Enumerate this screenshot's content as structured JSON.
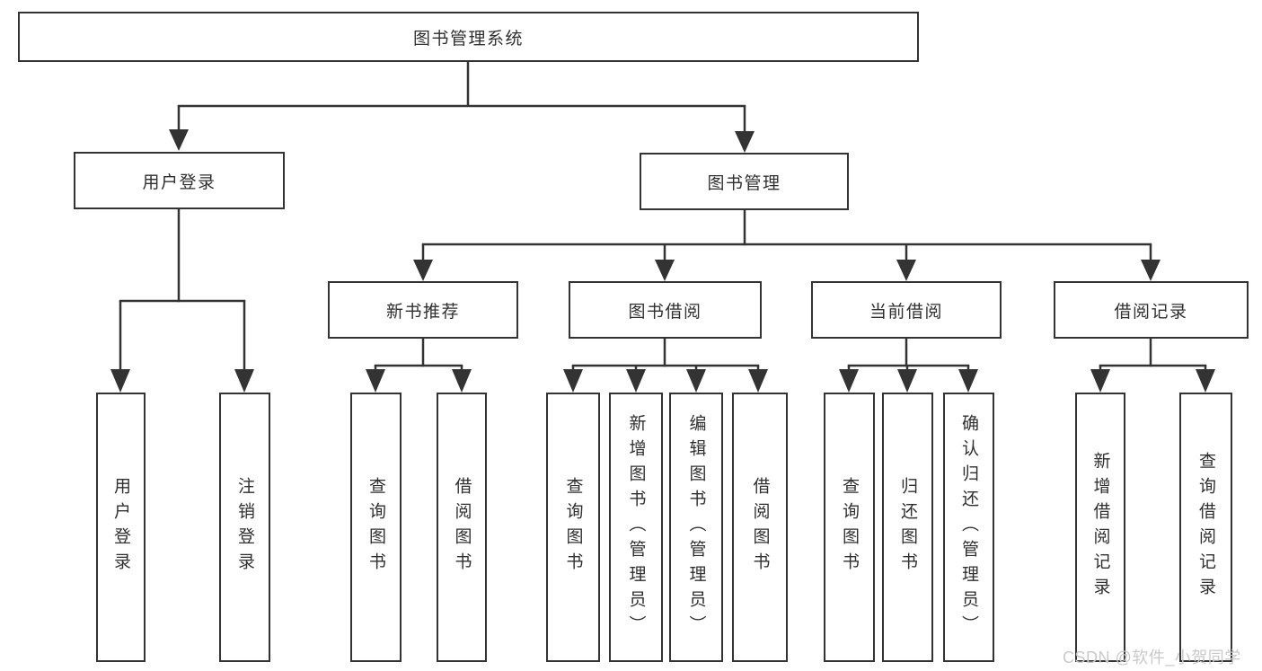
{
  "diagram": {
    "root": "图书管理系统",
    "branches": {
      "user_login": "用户登录",
      "book_management": "图书管理"
    },
    "modules": [
      "新书推荐",
      "图书借阅",
      "当前借阅",
      "借阅记录"
    ],
    "leaves": {
      "user_login": [
        "用户登录",
        "注销登录"
      ],
      "new_book_recommend": [
        "查询图书",
        "借阅图书"
      ],
      "book_borrow": [
        "查询图书",
        "新增图书（管理员）",
        "编辑图书（管理员）",
        "借阅图书"
      ],
      "current_borrow": [
        "查询图书",
        "归还图书",
        "确认归还（管理员）"
      ],
      "borrow_records": [
        "新增借阅记录",
        "查询借阅记录"
      ]
    }
  },
  "watermark": "CSDN @软件_小贺同学",
  "colors": {
    "line": "#333333",
    "text": "#2f2f2f",
    "background": "#ffffff",
    "watermark": "#c9c9c9"
  }
}
